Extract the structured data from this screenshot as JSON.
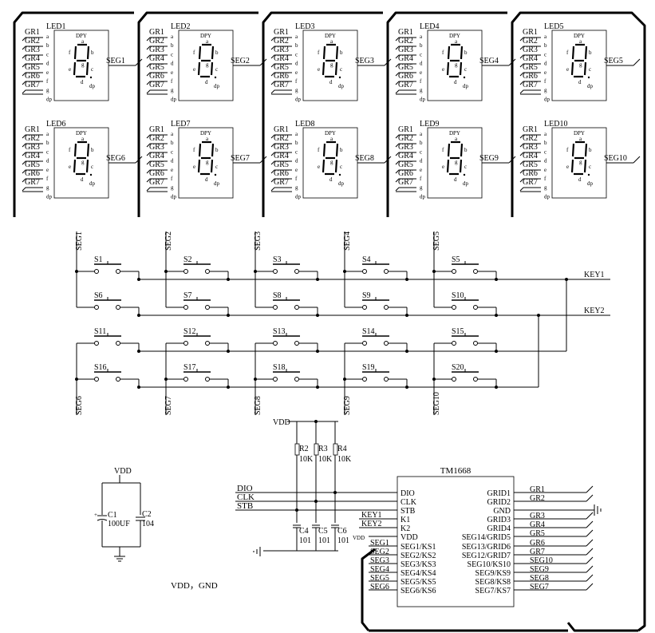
{
  "led_modules": [
    {
      "name": "LED1",
      "seg": "SEG1"
    },
    {
      "name": "LED2",
      "seg": "SEG2"
    },
    {
      "name": "LED3",
      "seg": "SEG3"
    },
    {
      "name": "LED4",
      "seg": "SEG4"
    },
    {
      "name": "LED5",
      "seg": "SEG5"
    },
    {
      "name": "LED6",
      "seg": "SEG6"
    },
    {
      "name": "LED7",
      "seg": "SEG7"
    },
    {
      "name": "LED8",
      "seg": "SEG8"
    },
    {
      "name": "LED9",
      "seg": "SEG9"
    },
    {
      "name": "LED10",
      "seg": "SEG10"
    }
  ],
  "led_grid_labels": [
    "GR1",
    "GR2",
    "GR3",
    "GR4",
    "GR5",
    "GR6",
    "GR7"
  ],
  "led_pin_letters": [
    "a",
    "b",
    "c",
    "d",
    "e",
    "f",
    "g",
    "dp"
  ],
  "led_part": "DPY",
  "led_inner": {
    "a": "a",
    "b": "b",
    "c": "c",
    "d": "d",
    "e": "e",
    "f": "f",
    "g": "g",
    "dp": "dp"
  },
  "switches": {
    "row1": [
      "S1",
      "S2",
      "S3",
      "S4",
      "S5"
    ],
    "row2": [
      "S6",
      "S7",
      "S8",
      "S9",
      "S10"
    ],
    "row3": [
      "S11",
      "S12",
      "S13",
      "S14",
      "S15"
    ],
    "row4": [
      "S16",
      "S17",
      "S18",
      "S19",
      "S20"
    ]
  },
  "switch_top_segs": [
    "SEG1",
    "SEG2",
    "SEG3",
    "SEG4",
    "SEG5"
  ],
  "switch_bottom_segs": [
    "SEG6",
    "SEG7",
    "SEG8",
    "SEG9",
    "SEG10"
  ],
  "key_lines": [
    "KEY1",
    "KEY2"
  ],
  "chip": {
    "name": "TM1668",
    "left_pins": [
      "DIO",
      "CLK",
      "STB",
      "K1",
      "K2",
      "VDD",
      "SEG1/KS1",
      "SEG2/KS2",
      "SEG3/KS3",
      "SEG4/KS4",
      "SEG5/KS5",
      "SEG6/KS6"
    ],
    "right_pins": [
      "GRID1",
      "GRID2",
      "GND",
      "GRID3",
      "GRID4",
      "SEG14/GRID5",
      "SEG13/GRID6",
      "SEG12/GRID7",
      "SEG10/KS10",
      "SEG9/KS9",
      "SEG8/KS8",
      "SEG7/KS7"
    ],
    "right_nets": [
      "GR1",
      "GR2",
      "",
      "GR3",
      "GR4",
      "GR5",
      "GR6",
      "GR7",
      "SEG10",
      "SEG9",
      "SEG8",
      "SEG7"
    ],
    "left_nets": [
      "DIO",
      "CLK",
      "STB",
      "KEY1",
      "KEY2",
      "VDD",
      "SEG1",
      "SEG2",
      "SEG3",
      "SEG4",
      "SEG5",
      "SEG6"
    ]
  },
  "pullups": {
    "vdd": "VDD",
    "resistors": [
      {
        "ref": "R2",
        "val": "10K"
      },
      {
        "ref": "R3",
        "val": "10K"
      },
      {
        "ref": "R4",
        "val": "10K"
      }
    ],
    "caps": [
      {
        "ref": "C4",
        "val": "101"
      },
      {
        "ref": "C5",
        "val": "101"
      },
      {
        "ref": "C6",
        "val": "101"
      }
    ]
  },
  "decoupling": {
    "vdd": "VDD",
    "c1": {
      "ref": "C1",
      "val": "100UF",
      "polarity": "+"
    },
    "c2": {
      "ref": "C2",
      "val": "104"
    }
  },
  "note": "VDD，GND"
}
